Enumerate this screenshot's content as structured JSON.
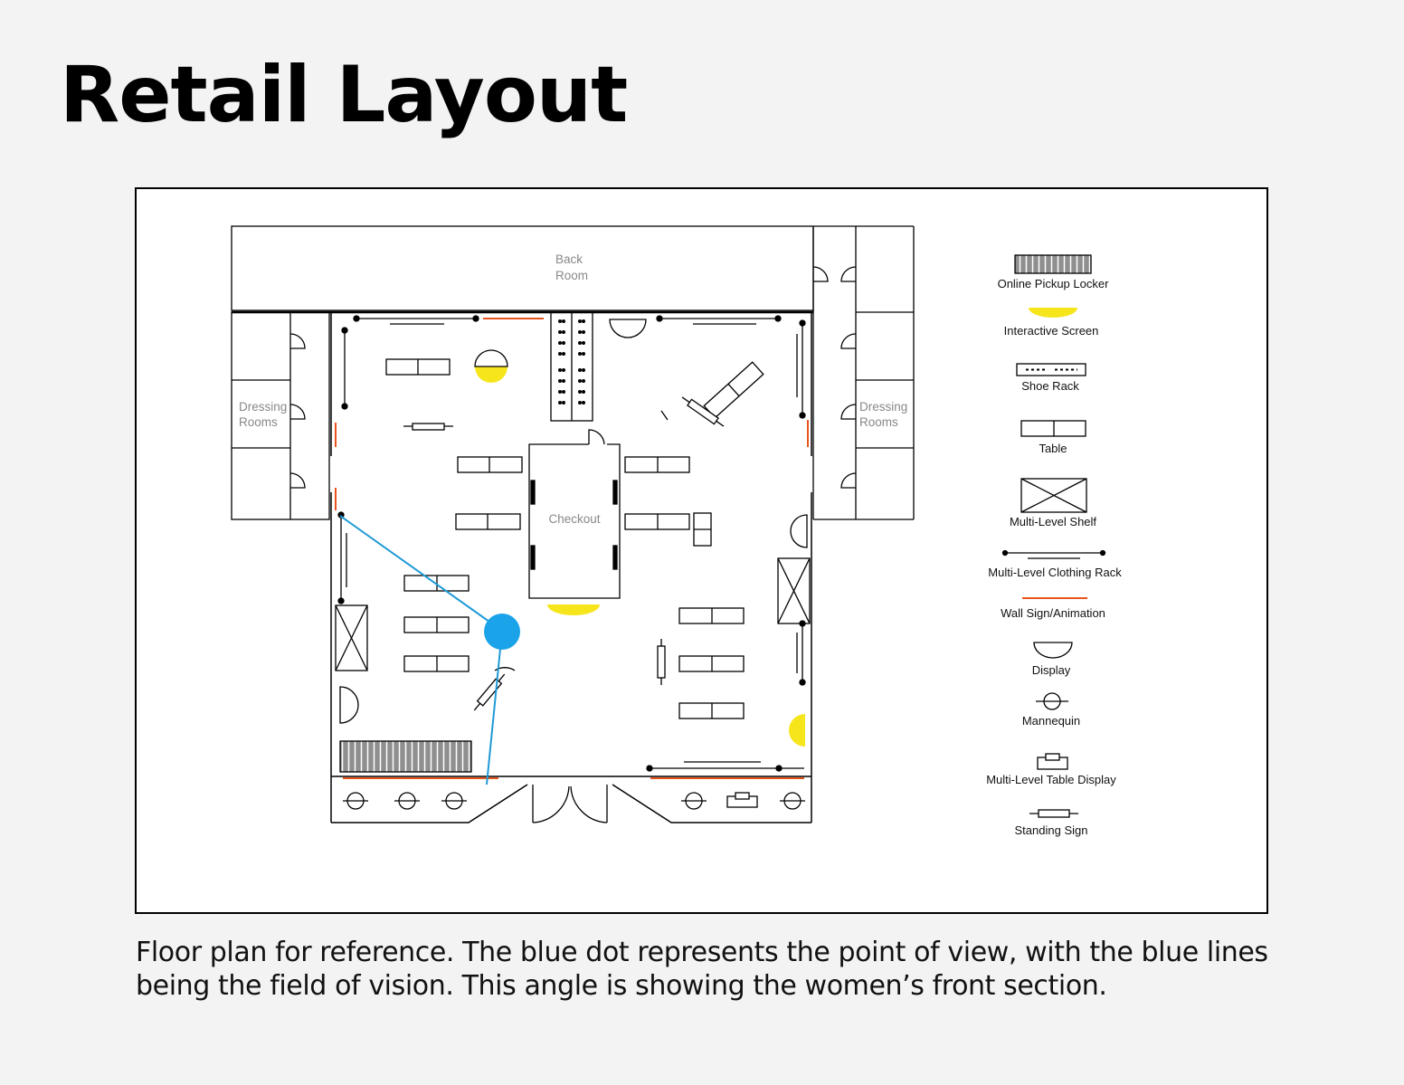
{
  "title": "Retail Layout",
  "caption": "Floor plan for reference. The blue dot represents the point of view, with the blue lines being the field of vision. This angle is showing the women’s front section.",
  "rooms": {
    "back_room": [
      "Back",
      "Room"
    ],
    "dressing_left": [
      "Dressing",
      "Rooms"
    ],
    "dressing_right": [
      "Dressing",
      "Rooms"
    ],
    "checkout": "Checkout"
  },
  "legend": [
    {
      "key": "locker",
      "label": "Online Pickup Locker"
    },
    {
      "key": "screen",
      "label": "Interactive Screen"
    },
    {
      "key": "shoe",
      "label": "Shoe Rack"
    },
    {
      "key": "table",
      "label": "Table"
    },
    {
      "key": "shelf",
      "label": "Multi-Level Shelf"
    },
    {
      "key": "rack",
      "label": "Multi-Level Clothing Rack"
    },
    {
      "key": "sign",
      "label": "Wall Sign/Animation"
    },
    {
      "key": "display",
      "label": "Display"
    },
    {
      "key": "mannequin",
      "label": "Mannequin"
    },
    {
      "key": "tabledisplay",
      "label": "Multi-Level Table Display"
    },
    {
      "key": "standing",
      "label": "Standing Sign"
    }
  ],
  "colors": {
    "point_of_view": "#1aa3e8",
    "field_of_vision": "#1f9ad6",
    "interactive_screen": "#f7e51c",
    "wall_sign": "#e8541e",
    "locker_fill": "#8f8f8f",
    "line": "#000000"
  }
}
